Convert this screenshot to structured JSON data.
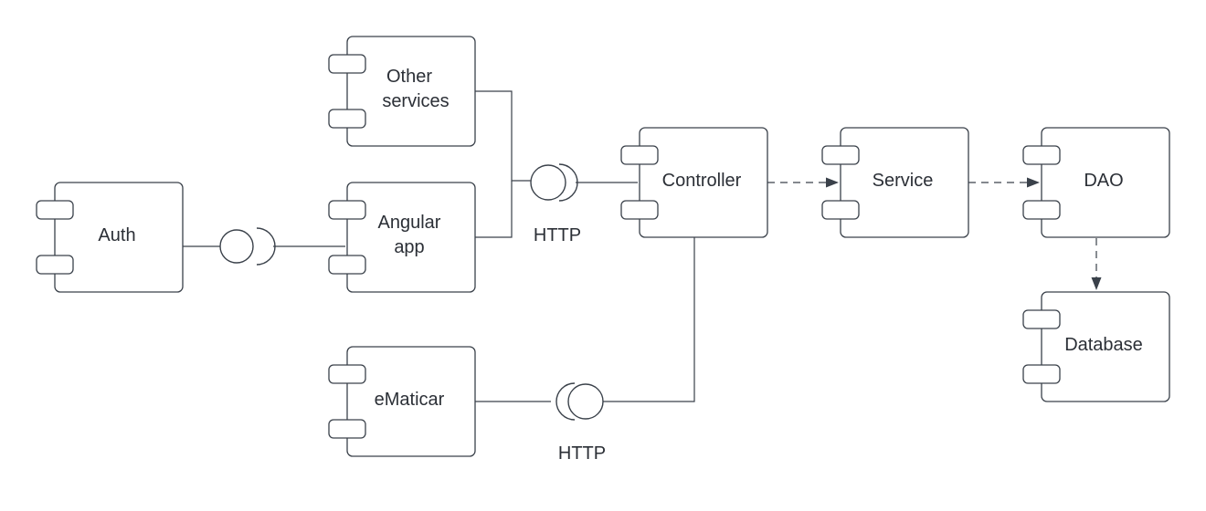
{
  "components": {
    "other_services": {
      "line1": "Other",
      "line2": "services"
    },
    "auth": {
      "label": "Auth"
    },
    "angular_app": {
      "line1": "Angular",
      "line2": "app"
    },
    "ematicar": {
      "label": "eMaticar"
    },
    "controller": {
      "label": "Controller"
    },
    "service": {
      "label": "Service"
    },
    "dao": {
      "label": "DAO"
    },
    "database": {
      "label": "Database"
    }
  },
  "interfaces": {
    "http_top": "HTTP",
    "http_bottom": "HTTP"
  },
  "colors": {
    "stroke": "#3a414a",
    "text": "#2b2f36",
    "background": "#ffffff"
  }
}
